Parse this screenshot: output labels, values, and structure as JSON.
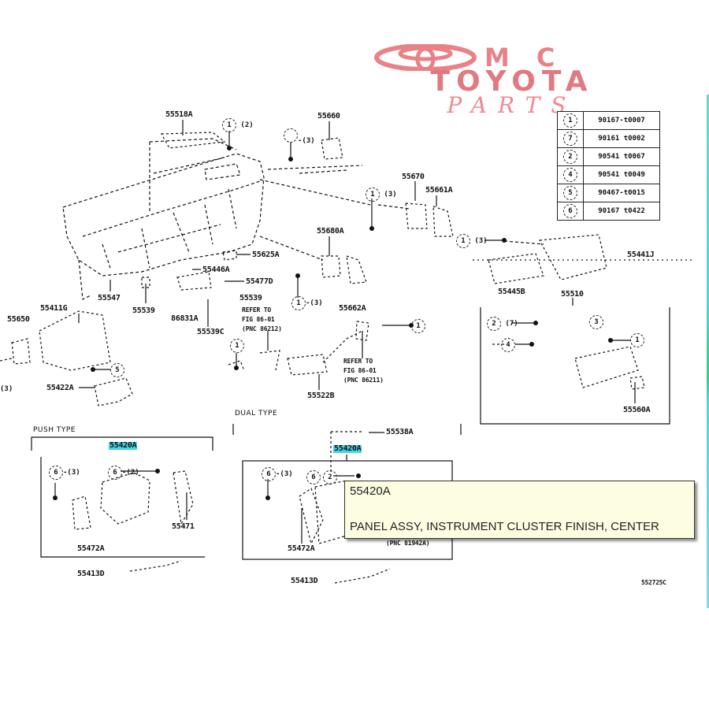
{
  "watermark": {
    "line1": "MC",
    "line2": "TOYOTA",
    "line3": "PARTS",
    "color": "#e07a80"
  },
  "legend_table": {
    "rows": [
      {
        "num": "1",
        "part": "90167-t0007"
      },
      {
        "num": "7",
        "part": "90161 t0002"
      },
      {
        "num": "2",
        "part": "90541 t0067"
      },
      {
        "num": "4",
        "part": "90541 t0049"
      },
      {
        "num": "5",
        "part": "90467-t0015"
      },
      {
        "num": "6",
        "part": "90167 t0422"
      }
    ]
  },
  "labels": {
    "p55518A": "55518A",
    "p55660": "55660",
    "p55670": "55670",
    "p55661A": "55661A",
    "p55680A": "55680A",
    "p55625A": "55625A",
    "p55446A": "55446A",
    "p55477D": "55477D",
    "p55547": "55547",
    "p55539": "55539",
    "p55539b": "55539",
    "p86831A": "86831A",
    "p55539C": "55539C",
    "p55662A": "55662A",
    "p55441J": "55441J",
    "p55445B": "55445B",
    "p55510": "55510",
    "p55560A": "55560A",
    "p55411G": "55411G",
    "p55650": "55650",
    "p55422A": "55422A",
    "p55522B": "55522B",
    "p55420A_push": "55420A",
    "p55420A_dual": "55420A",
    "p55471": "55471",
    "p55472A_push": "55472A",
    "p55472A_dual": "55472A",
    "p55413D_push": "55413D",
    "p55413D_dual": "55413D",
    "p55538A": "55538A",
    "fig_code": "552725C"
  },
  "callouts": {
    "c1_2": {
      "num": "1",
      "qty": "(2)"
    },
    "c_3": {
      "num": "",
      "qty": "(3)"
    },
    "c1_3_top": {
      "num": "1",
      "qty": "(3)"
    },
    "c1_3_mid": {
      "num": "1",
      "qty": "(3)"
    },
    "c1_3_right": {
      "num": "1",
      "qty": "(3)"
    },
    "c2_7": {
      "num": "2",
      "qty": "(7)"
    },
    "c3": {
      "num": "3",
      "qty": ""
    },
    "c4": {
      "num": "4",
      "qty": ""
    },
    "c1_glove": {
      "num": "1",
      "qty": ""
    },
    "c5": {
      "num": "5",
      "qty": ""
    },
    "c1_lower": {
      "num": "1",
      "qty": ""
    },
    "c1_left": {
      "num": "1",
      "qty": ""
    },
    "c_left_edge": {
      "num": "",
      "qty": "(3)"
    },
    "c6_3_push": {
      "num": "6",
      "qty": "(3)"
    },
    "c6_2_push": {
      "num": "6",
      "qty": "(2)"
    },
    "c6_3_dual": {
      "num": "6",
      "qty": "(3)"
    },
    "c6_dual": {
      "num": "6",
      "qty": ""
    },
    "c2_dual": {
      "num": "2",
      "qty": ""
    }
  },
  "notes": {
    "refer1": "REFER TO\nFIG 86-01\n(PNC 86212)",
    "refer2": "REFER TO\nFIG 86-01\n(PNC 86211)",
    "refer3": "(PNC 81942A)"
  },
  "sections": {
    "push_type": "PUSH TYPE",
    "dual_type": "DUAL TYPE"
  },
  "tooltip": {
    "part_number": "55420A",
    "description": "PANEL ASSY, INSTRUMENT CLUSTER FINISH, CENTER",
    "background": "#fdfde2"
  },
  "highlight_color": "#45d3e6"
}
